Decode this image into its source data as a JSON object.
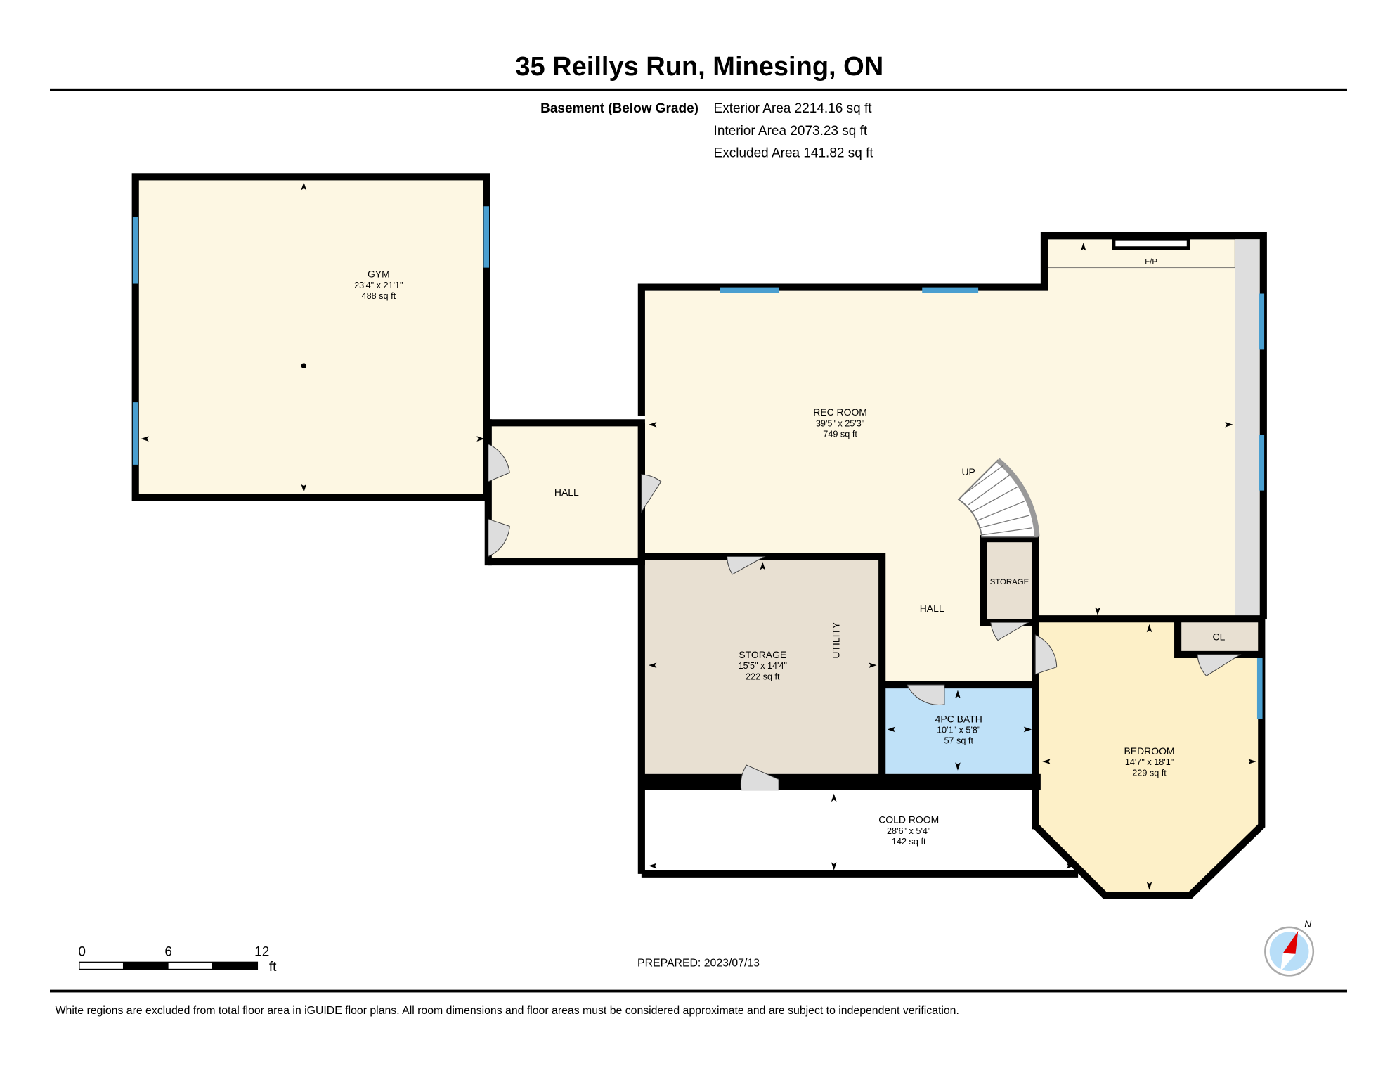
{
  "header": {
    "title": "35 Reillys Run, Minesing, ON",
    "level": "Basement (Below Grade)",
    "exterior_area": "Exterior Area 2214.16 sq ft",
    "interior_area": "Interior Area 2073.23 sq ft",
    "excluded_area": "Excluded Area 141.82 sq ft"
  },
  "rooms": {
    "gym": {
      "name": "GYM",
      "dims": "23'4\" x 21'1\"",
      "area": "488 sq ft"
    },
    "hall_left": {
      "name": "HALL"
    },
    "rec_room": {
      "name": "REC ROOM",
      "dims": "39'5\" x 25'3\"",
      "area": "749 sq ft"
    },
    "fp": {
      "name": "F/P"
    },
    "stairs": {
      "name": "UP"
    },
    "storage_small": {
      "name": "STORAGE"
    },
    "hall_center": {
      "name": "HALL"
    },
    "storage": {
      "name": "STORAGE",
      "dims": "15'5\" x 14'4\"",
      "area": "222 sq ft"
    },
    "utility": {
      "name": "UTILITY"
    },
    "bath": {
      "name": "4PC BATH",
      "dims": "10'1\" x 5'8\"",
      "area": "57 sq ft"
    },
    "closet": {
      "name": "CL"
    },
    "bedroom": {
      "name": "BEDROOM",
      "dims": "14'7\" x 18'1\"",
      "area": "229 sq ft"
    },
    "cold_room": {
      "name": "COLD ROOM",
      "dims": "28'6\" x 5'4\"",
      "area": "142 sq ft"
    }
  },
  "scale_bar": {
    "labels": [
      "0",
      "6",
      "12"
    ],
    "unit": "ft"
  },
  "prepared": "PREPARED: 2023/07/13",
  "compass": {
    "label": "N",
    "icon": "compass-icon"
  },
  "footer": "White regions are excluded from total floor area in iGUIDE floor plans. All room dimensions and floor areas must be considered approximate and are subject to independent verification.",
  "colors": {
    "living": "#fdf7e3",
    "storage": "#e8e0d2",
    "bath": "#bfe1f8",
    "bedroom": "#fdf0c8",
    "window": "#4a9fd0",
    "compass_needle": "#e00000"
  }
}
